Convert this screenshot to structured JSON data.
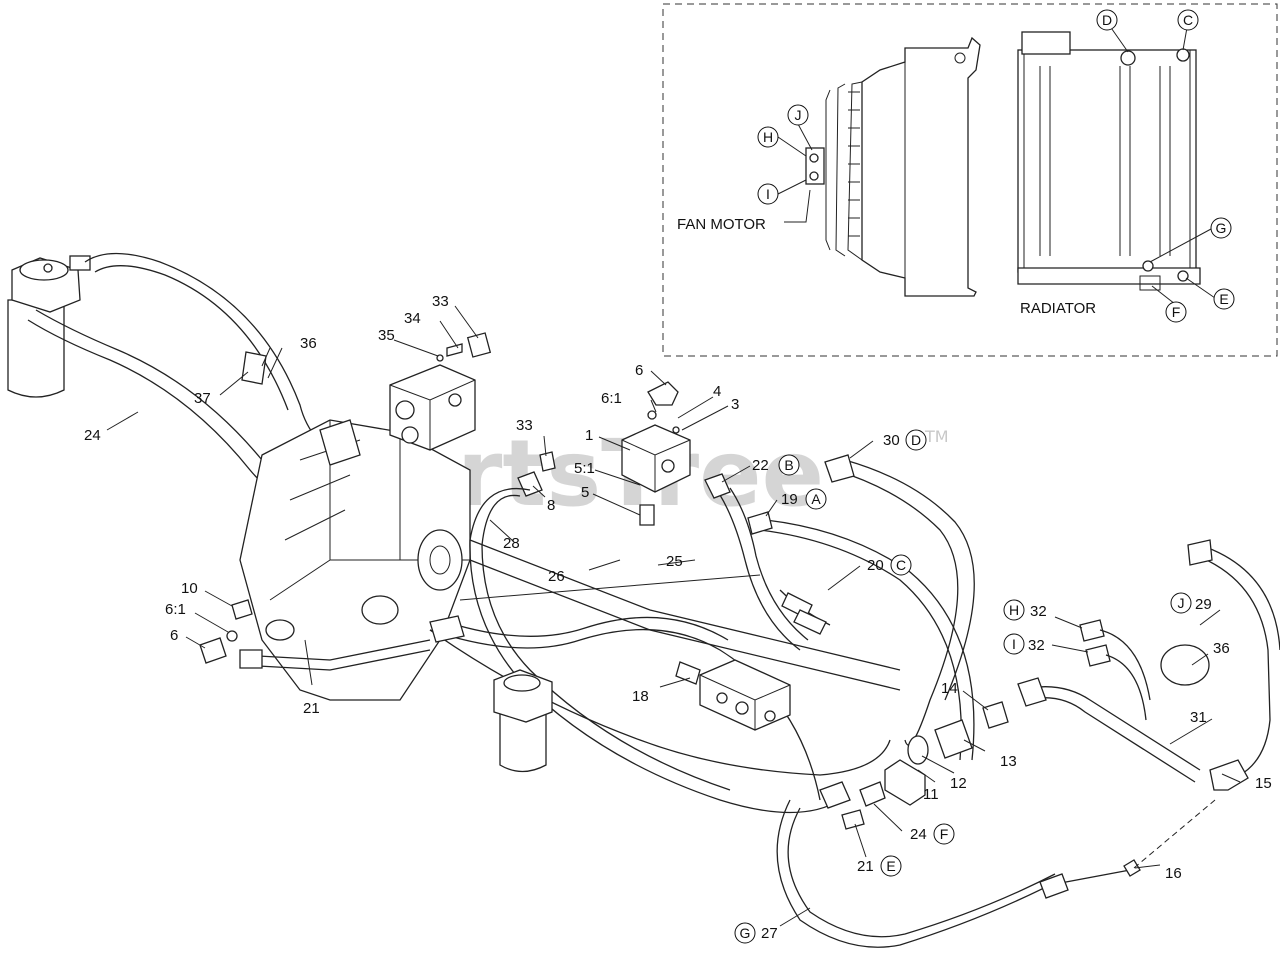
{
  "watermark": {
    "text": "PartsTree",
    "mark": "TM"
  },
  "inset": {
    "fan_motor_label": "FAN MOTOR",
    "radiator_label": "RADIATOR",
    "letters": {
      "d": "D",
      "c": "C",
      "j": "J",
      "h": "H",
      "i": "I",
      "g": "G",
      "e": "E",
      "f": "F"
    }
  },
  "callouts": {
    "c33a": "33",
    "c34": "34",
    "c35": "35",
    "c36a": "36",
    "c37": "37",
    "c24a": "24",
    "c6a": "6",
    "c61a": "6:1",
    "c4": "4",
    "c3": "3",
    "c1": "1",
    "c33b": "33",
    "c51": "5:1",
    "c5": "5",
    "c8": "8",
    "c22": "22",
    "c19": "19",
    "c30": "30",
    "c28": "28",
    "c26": "26",
    "c25": "25",
    "c20": "20",
    "c10": "10",
    "c61b": "6:1",
    "c6b": "6",
    "c21a": "21",
    "c18": "18",
    "c29": "29",
    "c32a": "32",
    "c32b": "32",
    "c36b": "36",
    "c14": "14",
    "c13": "13",
    "c31": "31",
    "c11": "11",
    "c12": "12",
    "c15": "15",
    "c24b": "24",
    "c21b": "21",
    "c16": "16",
    "c27": "27"
  },
  "circle_letters": {
    "b": "B",
    "a": "A",
    "d": "D",
    "c": "C",
    "j": "J",
    "h": "H",
    "i": "I",
    "f": "F",
    "e": "E",
    "g": "G"
  }
}
